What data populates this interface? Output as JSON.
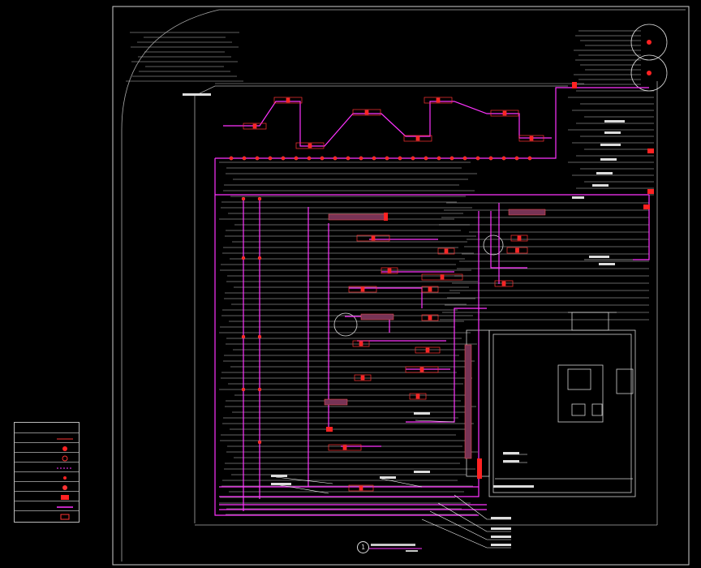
{
  "drawing": {
    "view_number": "1",
    "colors": {
      "background": "#000000",
      "pipe_main": "#ff33ff",
      "pipe_secondary": "#b030c8",
      "equipment": "#ff2222",
      "linework": "#d8d8d8",
      "frame": "#cfcfcf"
    }
  },
  "legend": {
    "rows": [
      {
        "symbol": "header"
      },
      {
        "symbol": "valve-line"
      },
      {
        "symbol": "sprinkler-red"
      },
      {
        "symbol": "sprinkler-ring"
      },
      {
        "symbol": "pipe-dash"
      },
      {
        "symbol": "circle-small"
      },
      {
        "symbol": "circle-red"
      },
      {
        "symbol": "box-red"
      },
      {
        "symbol": "pipe-purple"
      },
      {
        "symbol": "box-outline"
      }
    ]
  }
}
